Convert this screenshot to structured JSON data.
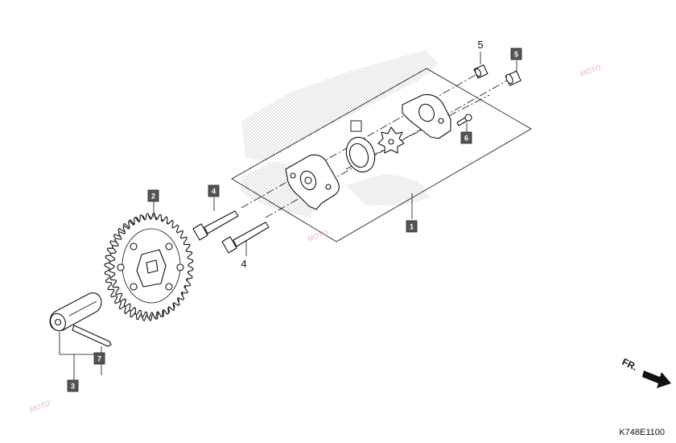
{
  "diagram_code": "K748E1100",
  "direction_label": "FR.",
  "callouts": {
    "c1": "1",
    "c2": "2",
    "c3": "3",
    "c4_box": "4",
    "c4_plain": "4",
    "c5_plain": "5",
    "c5_box": "5",
    "c6": "6",
    "c7": "7"
  },
  "watermark": "MOTO",
  "colors": {
    "ink": "#111111",
    "callout_fill": "#555555",
    "stipple": "#9a9a9a",
    "watermark": "#e8a0b8"
  },
  "icons": {
    "direction": "arrow-right-icon"
  }
}
